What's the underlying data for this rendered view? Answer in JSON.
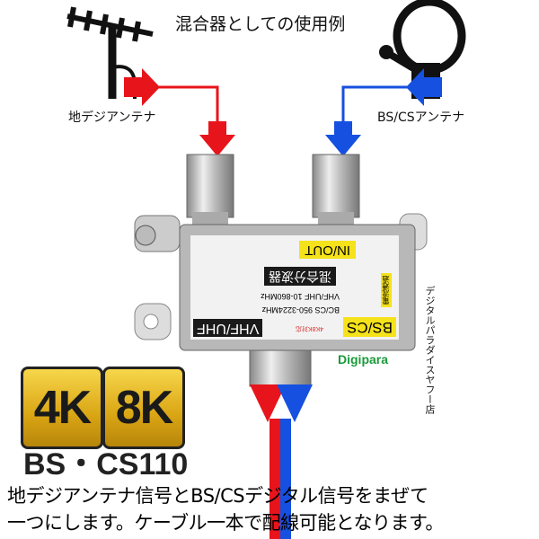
{
  "title": "混合器としての使用例",
  "antennas": {
    "terrestrial_label": "地デジアンテナ",
    "bs_cs_label": "BS/CSアンテナ",
    "terrestrial_line_color": "#e8141b",
    "bs_cs_line_color": "#1650e0"
  },
  "device_label": {
    "port_vhf_uhf": "VHF/UHF",
    "port_bs_cs": "BS/CS",
    "support_4k8k": "4K8K対応",
    "spec_bs_cs": "BC/CS 950-3224MHz",
    "spec_vhf_uhf": "VHF/UHF 10-860MHz",
    "product_name": "混合分波器",
    "current_pass": "電流通過",
    "port_in_out": "IN/OUT"
  },
  "watermark": {
    "brand": "Digipara",
    "shop": "デジタルパラダイスヤフー店"
  },
  "badges": {
    "badge_4k": "4K",
    "badge_8k": "8K",
    "bs_cs110": "BS・CS110"
  },
  "caption": {
    "line1": "地デジアンテナ信号とBS/CSデジタル信号をまぜて",
    "line2": "一つにします。ケーブル一本で配線可能となります。"
  }
}
